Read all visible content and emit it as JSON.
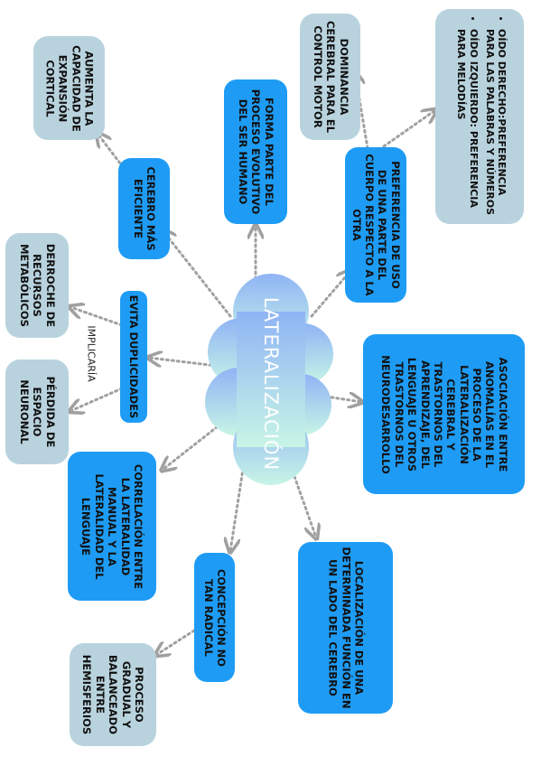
{
  "central": {
    "label": "LATERALIZACIÓN"
  },
  "nodes": {
    "aumenta": "AUMENTA LA CAPACIDAD DE EXPANSIÓN CORTICAL",
    "cerebro_eficiente": "CEREBRO MÁS EFICIENTE",
    "forma_parte": "FORMA PARTE DEL PROCESO EVOLUTIVO DEL SER HUMANO",
    "dominancia": "DOMINANCIA CEREBRAL PARA EL CONTROL MOTOR",
    "oido_derecho": "OÍDO DERECHO:PREFERENCIA PARA LAS PALABRAS Y NÚMEROS",
    "oido_izquierdo": "OÍDO IZQUIERDO: PREFERENCIA PARA MELODÍAS",
    "preferencia": "PREFERENCIA DE USO DE UNA PARTE DEL CUERPO RESPECTO A LA OTRA",
    "derroche": "DERROCHE DE RECURSOS METABÓLICOS",
    "evita": "EVITA DUPLICIDADES",
    "perdida": "PÉRDIDA DE ESPACIO NEURONAL",
    "asociacion": "ASOCIACIÓN ENTRE ANOMALÍAS EN EL PROCESO DE LA LATERALIZACIÓN CEREBRAL Y TRASTORNOS DEL APRENDIZAJE, DEL LENGUAJE U OTROS TRASTORNOS DEL NEURODESARROLLO",
    "correlacion": "CORRELACIÓN ENTRE LA LATERALIDAD MANUAL Y LA LATERALIDAD DEL LENGUAJE",
    "concepcion": "CONCEPCIÓN NO TAN RADICAL",
    "localizacion": "LOCALIZACIÓN DE UNA DETERMINADA FUNCIÓN EN UN LADO DEL CEREBRO",
    "proceso": "PROCESO GRADUAL Y BALANCEADO ENTRE HEMISFERIOS"
  },
  "edge_labels": {
    "implicaria": "IMPLICARÍA"
  },
  "colors": {
    "blue": "#1e9cf5",
    "gray": "#b9d3de",
    "connector": "#a0a0a0",
    "cloud_top": "#8fb4f5",
    "cloud_bottom": "#c8f5e6"
  }
}
